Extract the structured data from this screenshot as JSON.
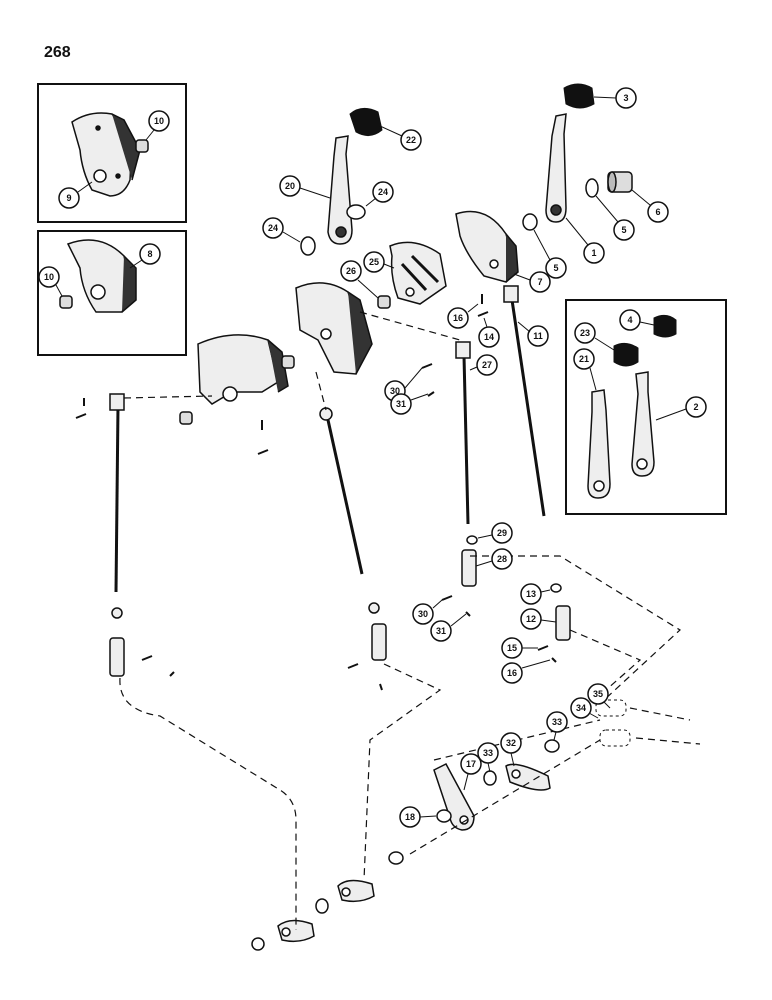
{
  "page_number": "268",
  "callouts": [
    {
      "label": "1"
    },
    {
      "label": "2"
    },
    {
      "label": "3"
    },
    {
      "label": "4"
    },
    {
      "label": "5"
    },
    {
      "label": "5"
    },
    {
      "label": "6"
    },
    {
      "label": "7"
    },
    {
      "label": "8"
    },
    {
      "label": "9"
    },
    {
      "label": "10"
    },
    {
      "label": "10"
    },
    {
      "label": "11"
    },
    {
      "label": "12"
    },
    {
      "label": "13"
    },
    {
      "label": "14"
    },
    {
      "label": "15"
    },
    {
      "label": "16"
    },
    {
      "label": "16"
    },
    {
      "label": "17"
    },
    {
      "label": "18"
    },
    {
      "label": "20"
    },
    {
      "label": "21"
    },
    {
      "label": "22"
    },
    {
      "label": "23"
    },
    {
      "label": "24"
    },
    {
      "label": "24"
    },
    {
      "label": "25"
    },
    {
      "label": "26"
    },
    {
      "label": "27"
    },
    {
      "label": "28"
    },
    {
      "label": "29"
    },
    {
      "label": "30"
    },
    {
      "label": "30"
    },
    {
      "label": "31"
    },
    {
      "label": "31"
    },
    {
      "label": "32"
    },
    {
      "label": "33"
    },
    {
      "label": "33"
    },
    {
      "label": "34"
    },
    {
      "label": "35"
    }
  ]
}
